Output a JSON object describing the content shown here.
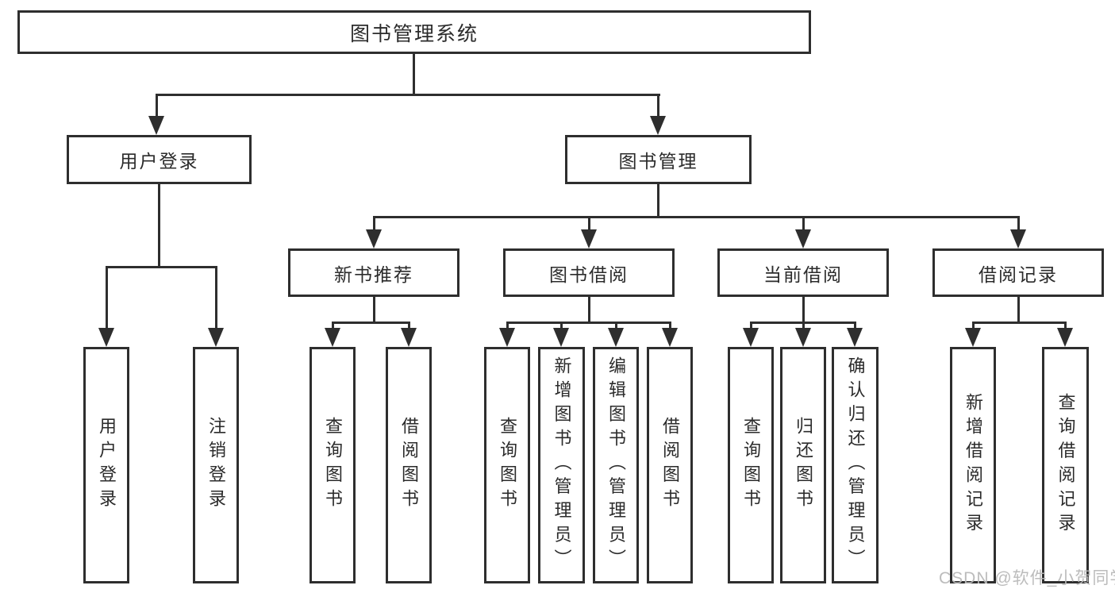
{
  "diagram": {
    "root": "图书管理系统",
    "level1": {
      "user_login": "用户登录",
      "book_management": "图书管理"
    },
    "level2": {
      "new_book_recommendation": "新书推荐",
      "book_borrowing": "图书借阅",
      "current_borrowing": "当前借阅",
      "borrowing_records": "借阅记录"
    },
    "leaves": {
      "user_login": "用户登录",
      "logout": "注销登录",
      "recommend_query_books": "查询图书",
      "recommend_borrow_books": "借阅图书",
      "borrow_query_books": "查询图书",
      "borrow_add_books_admin": "新增图书（管理员）",
      "borrow_edit_books_admin": "编辑图书（管理员）",
      "borrow_borrow_books": "借阅图书",
      "current_query_books": "查询图书",
      "current_return_books": "归还图书",
      "current_confirm_return_admin": "确认归还（管理员）",
      "records_add_record": "新增借阅记录",
      "records_query_record": "查询借阅记录"
    }
  },
  "watermark": "CSDN @软件_小贺同学",
  "colors": {
    "line": "#2e2e2e",
    "text": "#2b2b2b",
    "watermark": "#b8b8b8",
    "background": "#ffffff"
  }
}
